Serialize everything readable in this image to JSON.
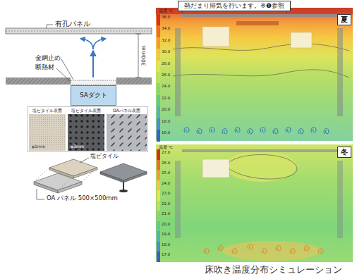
{
  "diagram": {
    "caption": "床吹き温度分布シミュレーション",
    "nodes": [
      {
        "text": [
          "熱だまり排気を行います。※❶参照"
        ]
      },
      {
        "text": [
          "SAダクト"
        ]
      },
      {
        "text": [
          "夏"
        ]
      },
      {
        "text": [
          "冬"
        ]
      }
    ],
    "labels": [
      "有孔パネル",
      "金網止め",
      "断熱材",
      "300mm",
      "塩ビタイル表面",
      "塩ビタイル表面",
      "OAパネル表面",
      "φ1mm",
      "φ3mm",
      "塩ビタイル",
      "OA パネル 500×500mm",
      "温度 ℃",
      "温度 ℃"
    ],
    "legend": [
      {
        "text": "36.0",
        "color": "#d7301f"
      },
      {
        "text": "34.0",
        "color": "#ef6a32"
      },
      {
        "text": "32.0",
        "color": "#f59a3a"
      },
      {
        "text": "30.0",
        "color": "#f6c343"
      },
      {
        "text": "28.0",
        "color": "#e9e24f"
      },
      {
        "text": "26.0",
        "color": "#bfe05c"
      },
      {
        "text": "24.0",
        "color": "#8fd56e"
      },
      {
        "text": "22.0",
        "color": "#63c98f"
      },
      {
        "text": "20.0",
        "color": "#4fb4b3"
      },
      {
        "text": "18.0",
        "color": "#4a8fd0"
      },
      {
        "text": "16.0",
        "color": "#3f5fc8"
      },
      {
        "text": "27.0",
        "color": "#d7301f"
      },
      {
        "text": "26.0",
        "color": "#ef6a32"
      },
      {
        "text": "25.0",
        "color": "#f59a3a"
      },
      {
        "text": "24.0",
        "color": "#f6c343"
      },
      {
        "text": "23.0",
        "color": "#e9e24f"
      },
      {
        "text": "22.0",
        "color": "#bfe05c"
      },
      {
        "text": "21.0",
        "color": "#8fd56e"
      },
      {
        "text": "20.0",
        "color": "#63c98f"
      },
      {
        "text": "19.0",
        "color": "#4fb4b3"
      },
      {
        "text": "18.0",
        "color": "#4a8fd0"
      },
      {
        "text": "17.0",
        "color": "#3f5fc8"
      }
    ]
  }
}
